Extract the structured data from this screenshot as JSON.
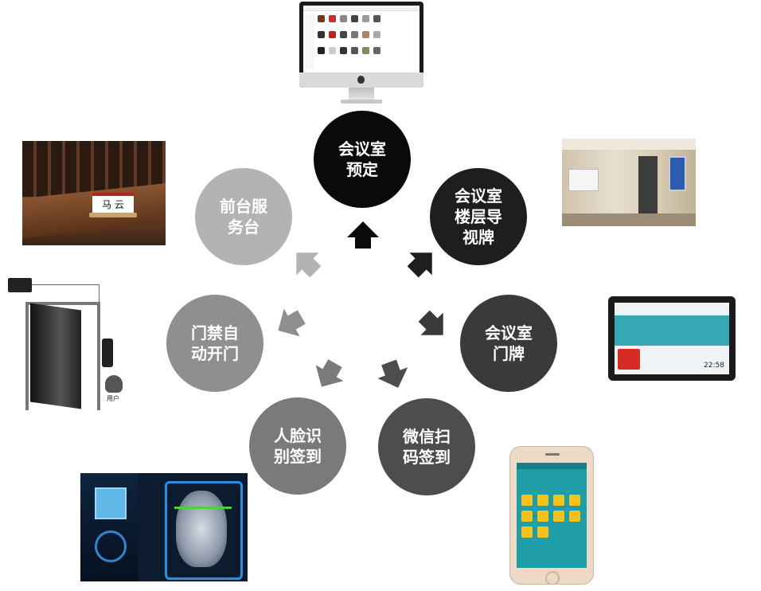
{
  "nodes": [
    {
      "id": "booking",
      "label": "会议室\n预定",
      "color": "#0a0a0a"
    },
    {
      "id": "floor",
      "label": "会议室\n楼层导\n视牌",
      "color": "#1e1e1e"
    },
    {
      "id": "doorplate",
      "label": "会议室\n门牌",
      "color": "#3a3a3a"
    },
    {
      "id": "wechat",
      "label": "微信扫\n码签到",
      "color": "#4d4d4d"
    },
    {
      "id": "face",
      "label": "人脸识\n别签到",
      "color": "#7a7a7a"
    },
    {
      "id": "access",
      "label": "门禁自\n动开门",
      "color": "#8f8f8f"
    },
    {
      "id": "reception",
      "label": "前台服\n务台",
      "color": "#b3b3b3"
    }
  ],
  "arrows": [
    {
      "color": "#0a0a0a"
    },
    {
      "color": "#1e1e1e"
    },
    {
      "color": "#3a3a3a"
    },
    {
      "color": "#4d4d4d"
    },
    {
      "color": "#7a7a7a"
    },
    {
      "color": "#8f8f8f"
    },
    {
      "color": "#b3b3b3"
    }
  ],
  "images": {
    "desk_nameplate": "马 云",
    "users_label": "用户",
    "tablet_clock": "22:58"
  }
}
